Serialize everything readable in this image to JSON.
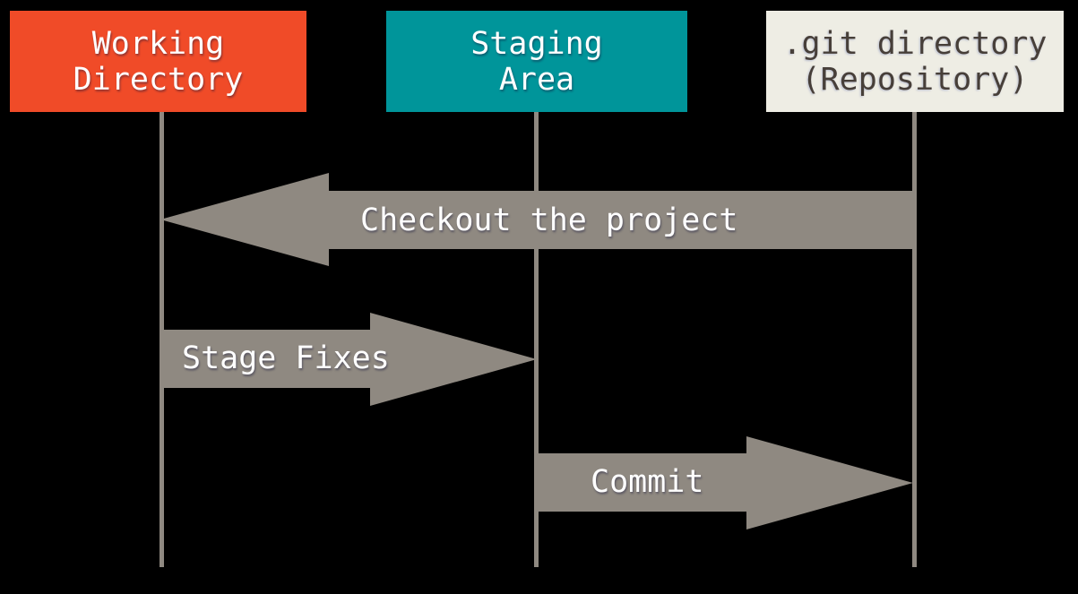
{
  "diagram": {
    "columns": [
      {
        "id": "working-directory",
        "label": "Working\nDirectory"
      },
      {
        "id": "staging-area",
        "label": "Staging\nArea"
      },
      {
        "id": "git-directory",
        "label": ".git directory\n(Repository)"
      }
    ],
    "arrows": [
      {
        "id": "checkout",
        "label": "Checkout the project",
        "from": "git-directory",
        "to": "working-directory",
        "direction": "left"
      },
      {
        "id": "stage-fixes",
        "label": "Stage Fixes",
        "from": "working-directory",
        "to": "staging-area",
        "direction": "right"
      },
      {
        "id": "commit",
        "label": "Commit",
        "from": "staging-area",
        "to": "git-directory",
        "direction": "right"
      }
    ],
    "colors": {
      "background": "#000000",
      "working_directory_fill": "#F04B28",
      "staging_area_fill": "#00959A",
      "git_directory_fill": "#EEEDE4",
      "git_directory_text": "#473F39",
      "arrow_fill": "#8F8981",
      "lifeline": "#8F8981",
      "label_text": "#FFFFFF"
    }
  }
}
